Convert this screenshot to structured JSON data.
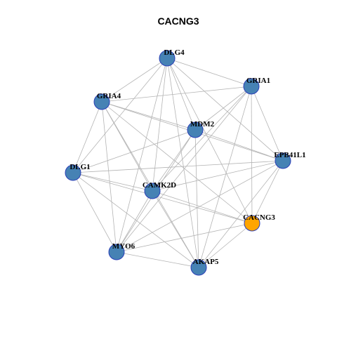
{
  "title": "CACNG3",
  "colors": {
    "node": "#4682b4",
    "highlight": "#ffa500",
    "node_border": "#2b3fb8",
    "edge": "#b4b4b4"
  },
  "nodes": [
    {
      "id": "DLG4",
      "highlight": false
    },
    {
      "id": "GRIA1",
      "highlight": false
    },
    {
      "id": "GRIA4",
      "highlight": false
    },
    {
      "id": "MDM2",
      "highlight": false
    },
    {
      "id": "EPB41L1",
      "highlight": false
    },
    {
      "id": "DLG1",
      "highlight": false
    },
    {
      "id": "CAMK2D",
      "highlight": false
    },
    {
      "id": "CACNG3",
      "highlight": true
    },
    {
      "id": "MYO6",
      "highlight": false
    },
    {
      "id": "AKAP5",
      "highlight": false
    }
  ],
  "edges": [
    [
      "DLG4",
      "GRIA1"
    ],
    [
      "DLG4",
      "GRIA4"
    ],
    [
      "DLG4",
      "MDM2"
    ],
    [
      "DLG4",
      "EPB41L1"
    ],
    [
      "DLG4",
      "DLG1"
    ],
    [
      "DLG4",
      "CAMK2D"
    ],
    [
      "DLG4",
      "CACNG3"
    ],
    [
      "DLG4",
      "MYO6"
    ],
    [
      "DLG4",
      "AKAP5"
    ],
    [
      "GRIA1",
      "GRIA4"
    ],
    [
      "GRIA1",
      "MDM2"
    ],
    [
      "GRIA1",
      "EPB41L1"
    ],
    [
      "GRIA1",
      "CAMK2D"
    ],
    [
      "GRIA1",
      "CACNG3"
    ],
    [
      "GRIA1",
      "MYO6"
    ],
    [
      "GRIA1",
      "AKAP5"
    ],
    [
      "GRIA4",
      "MDM2"
    ],
    [
      "GRIA4",
      "EPB41L1"
    ],
    [
      "GRIA4",
      "DLG1"
    ],
    [
      "GRIA4",
      "CAMK2D"
    ],
    [
      "GRIA4",
      "CACNG3"
    ],
    [
      "GRIA4",
      "MYO6"
    ],
    [
      "GRIA4",
      "AKAP5"
    ],
    [
      "MDM2",
      "EPB41L1"
    ],
    [
      "MDM2",
      "DLG1"
    ],
    [
      "MDM2",
      "CAMK2D"
    ],
    [
      "MDM2",
      "AKAP5"
    ],
    [
      "MDM2",
      "MYO6"
    ],
    [
      "EPB41L1",
      "DLG1"
    ],
    [
      "EPB41L1",
      "CAMK2D"
    ],
    [
      "EPB41L1",
      "CACNG3"
    ],
    [
      "EPB41L1",
      "MYO6"
    ],
    [
      "EPB41L1",
      "AKAP5"
    ],
    [
      "DLG1",
      "CAMK2D"
    ],
    [
      "DLG1",
      "CACNG3"
    ],
    [
      "DLG1",
      "MYO6"
    ],
    [
      "DLG1",
      "AKAP5"
    ],
    [
      "CAMK2D",
      "CACNG3"
    ],
    [
      "CAMK2D",
      "MYO6"
    ],
    [
      "CAMK2D",
      "AKAP5"
    ],
    [
      "CACNG3",
      "AKAP5"
    ],
    [
      "CACNG3",
      "MYO6"
    ],
    [
      "MYO6",
      "AKAP5"
    ]
  ]
}
